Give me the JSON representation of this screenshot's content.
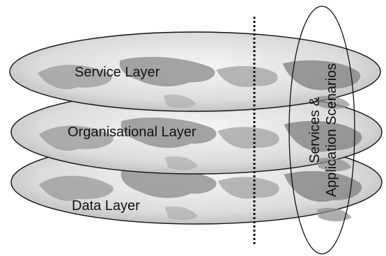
{
  "layers": [
    {
      "label": "Service Layer"
    },
    {
      "label": "Organisational Layer"
    },
    {
      "label": "Data Layer"
    }
  ],
  "side_panel": {
    "line1": "Services &",
    "line2": "Application Scenarios"
  },
  "colors": {
    "disc_light": "#f4f4f4",
    "disc_mid": "#cfcfcf",
    "land": "#8e8e8e",
    "outline": "#111111"
  },
  "icons": [
    "world-map-texture"
  ]
}
